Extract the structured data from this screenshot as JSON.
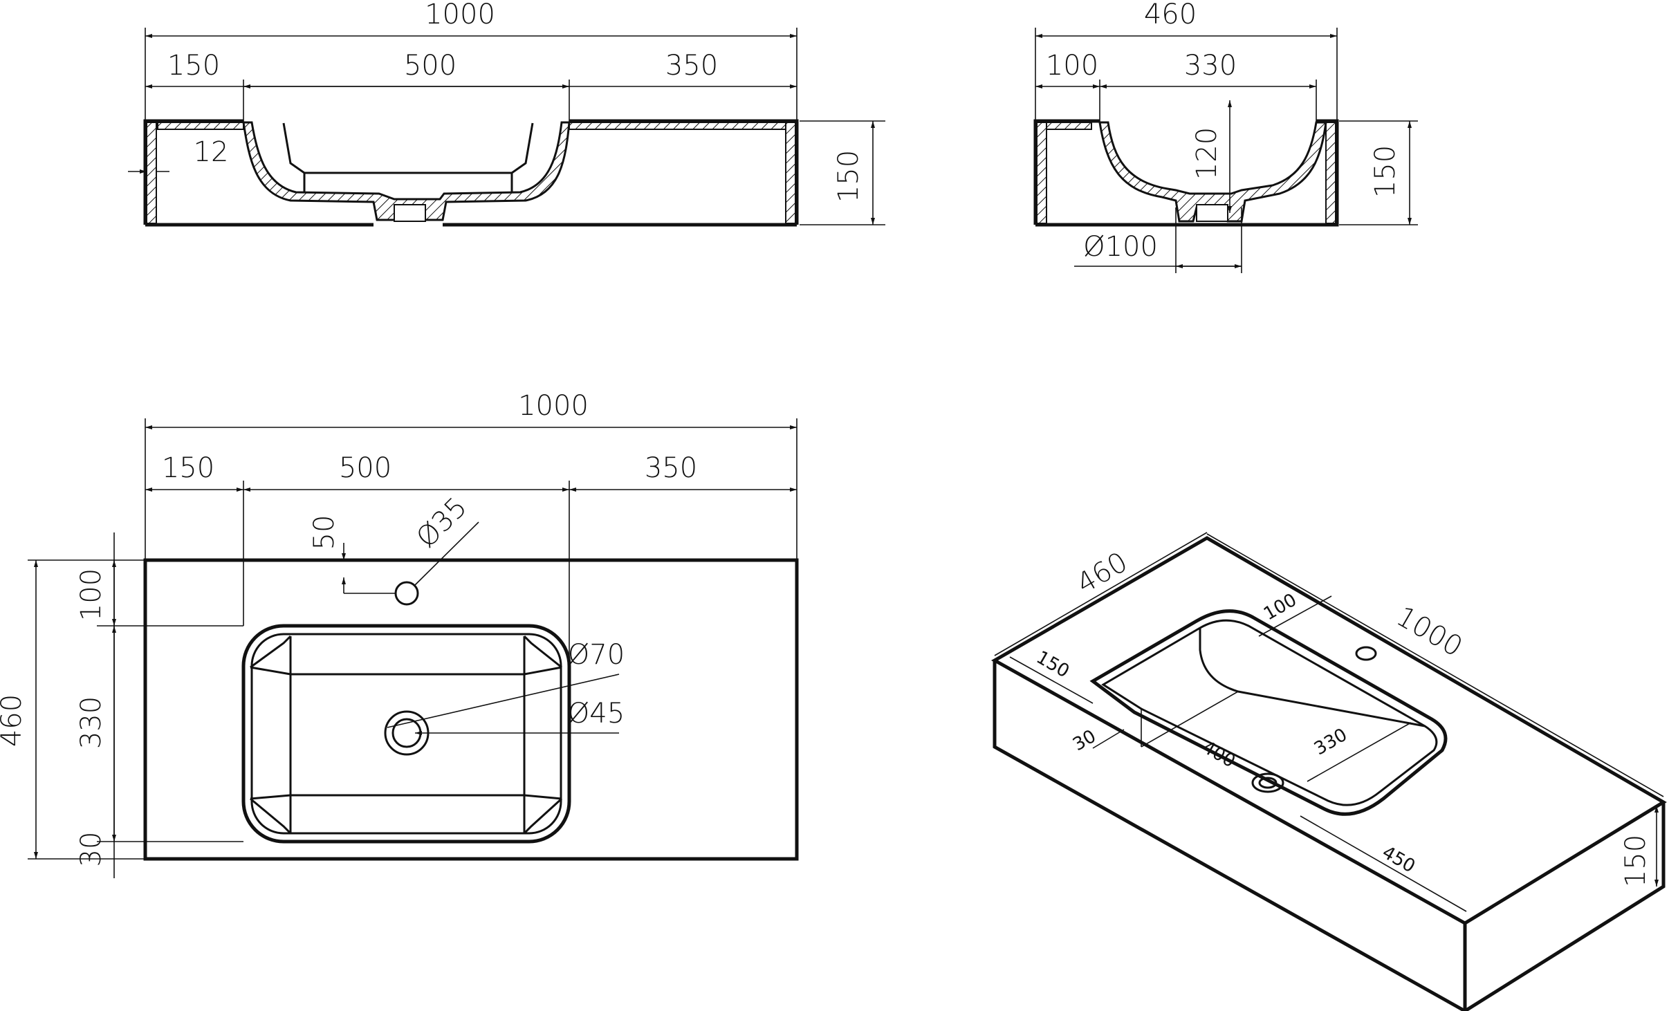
{
  "front_view": {
    "overall_width": "1000",
    "left_segment": "150",
    "basin_width": "500",
    "right_segment": "350",
    "wall_thickness": "12",
    "height": "150"
  },
  "side_view": {
    "overall_depth": "460",
    "front_segment": "100",
    "basin_depth": "330",
    "basin_height": "120",
    "height": "150",
    "drain_diameter": "Ø100"
  },
  "top_view": {
    "overall_width": "1000",
    "left_segment": "150",
    "basin_width": "500",
    "right_segment": "350",
    "tap_offset": "50",
    "tap_hole": "Ø35",
    "overall_depth": "460",
    "front_segment": "100",
    "basin_depth": "330",
    "back_segment": "30",
    "drain_outer": "Ø70",
    "drain_inner": "Ø45"
  },
  "iso_view": {
    "depth": "460",
    "width": "1000",
    "left_segment": "150",
    "front_segment": "100",
    "back_segment": "30",
    "basin_length": "400",
    "basin_depth": "330",
    "right_segment": "450",
    "height": "150"
  }
}
